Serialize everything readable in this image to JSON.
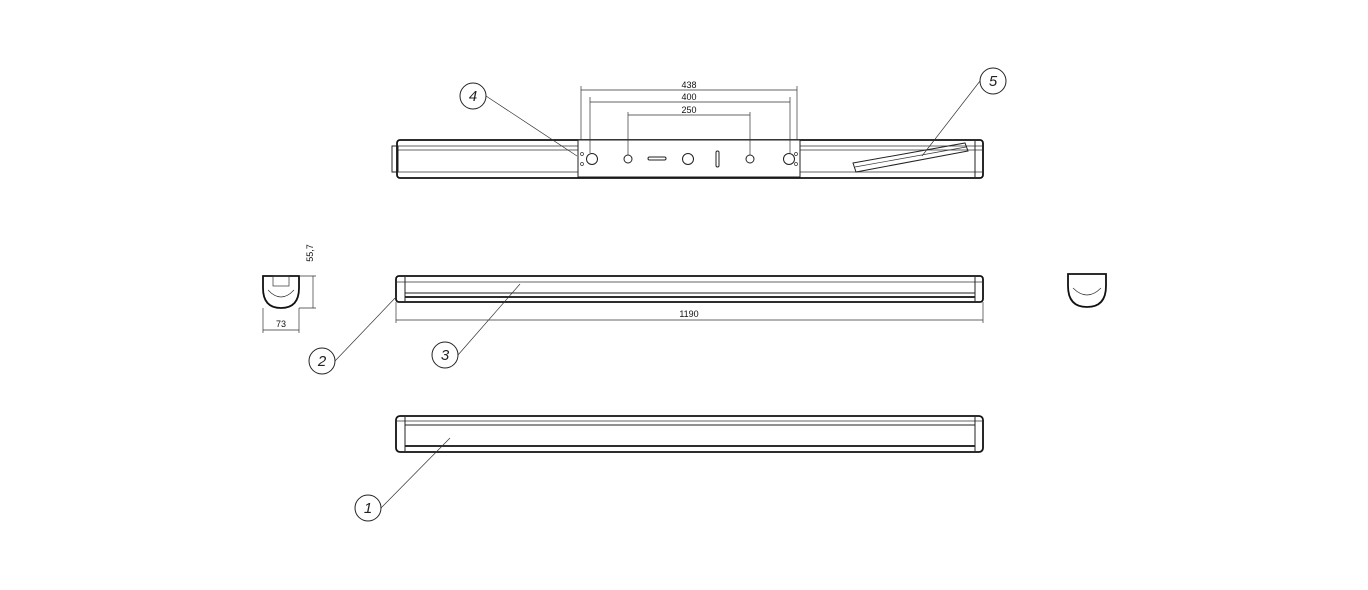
{
  "dimensions": {
    "top_outer": "438",
    "top_middle": "400",
    "top_inner": "250",
    "height": "55,7",
    "width": "73",
    "length": "1190"
  },
  "balloons": [
    "1",
    "2",
    "3",
    "4",
    "5"
  ],
  "colors": {
    "line": "#222222",
    "background": "#ffffff"
  }
}
